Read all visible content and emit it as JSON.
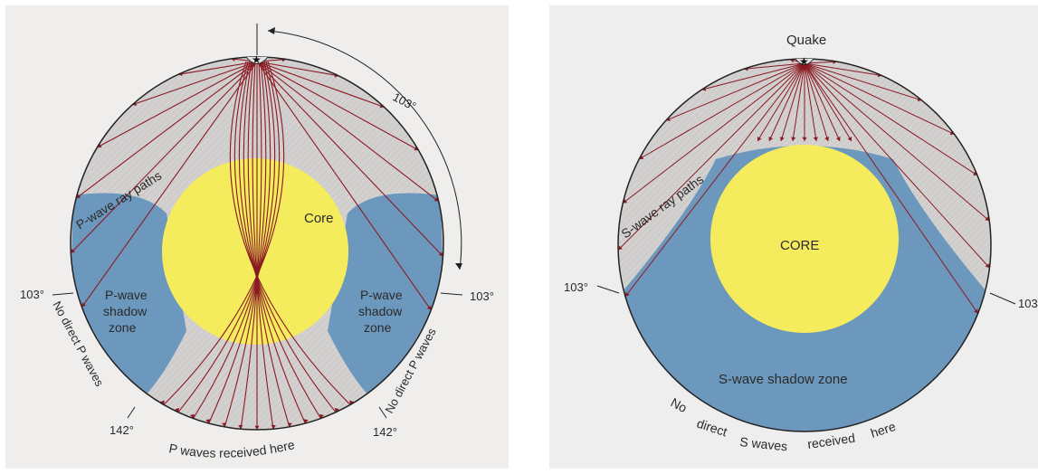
{
  "left_diagram": {
    "angle_top": "103°",
    "ray_paths_label": "P-wave ray paths",
    "core_label": "Core",
    "shadow_left_lines": [
      "P-wave",
      "shadow",
      "zone"
    ],
    "shadow_right_lines": [
      "P-wave",
      "shadow",
      "zone"
    ],
    "angle_left": "103°",
    "angle_right": "103°",
    "no_direct_left": "No direct P waves",
    "no_direct_right": "No direct P waves",
    "angle_142_left": "142°",
    "angle_142_right": "142°",
    "received_label": "P waves received here"
  },
  "right_diagram": {
    "quake_label": "Quake",
    "ray_paths_label": "S-wave ray paths",
    "core_label": "CORE",
    "angle_left": "103°",
    "angle_right": "103",
    "shadow_label": "S-wave shadow zone",
    "bottom_label_words": [
      "No",
      "direct",
      "S waves",
      "received",
      "here"
    ]
  },
  "colors": {
    "mantle_rays": "#d3d0d0",
    "shadow_zone": "#6d98be",
    "core": "#f4ec5c",
    "ray": "#8a1a22",
    "outline": "#222222"
  }
}
